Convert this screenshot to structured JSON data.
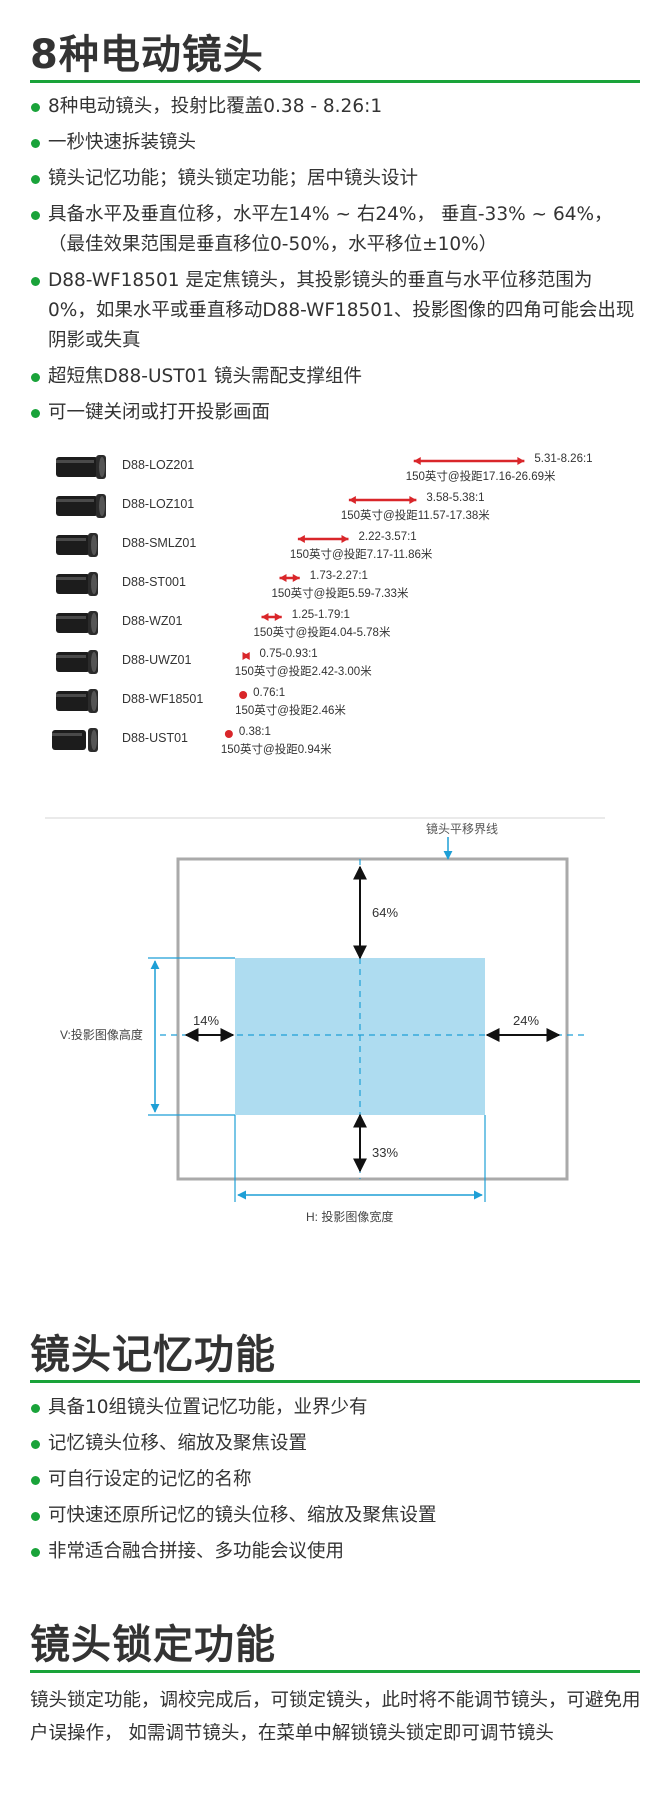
{
  "section1": {
    "title": "8种电动镜头",
    "bullets": [
      "8种电动镜头，投射比覆盖0.38 - 8.26:1",
      "一秒快速拆装镜头",
      "镜头记忆功能；镜头锁定功能；居中镜头设计",
      "具备水平及垂直位移，水平左14% ~ 右24%， 垂直-33% ~ 64%，（最佳效果范围是垂直移位0-50%，水平移位±10%）",
      "D88-WF18501 是定焦镜头，其投影镜头的垂直与水平位移范围为0%，如果水平或垂直移动D88-WF18501、投影图像的四角可能会出现阴影或失真",
      "超短焦D88-UST01 镜头需配支撑组件",
      "可一键关闭或打开投影画面"
    ]
  },
  "lens_table": {
    "accent": "#d9262a",
    "lenses": [
      {
        "name": "D88-LOZ201",
        "ratio": "5.31-8.26:1",
        "dist": "150英寸@投距17.16-26.69米",
        "throw": [
          5.31,
          8.26
        ]
      },
      {
        "name": "D88-LOZ101",
        "ratio": "3.58-5.38:1",
        "dist": "150英寸@投距11.57-17.38米",
        "throw": [
          3.58,
          5.38
        ]
      },
      {
        "name": "D88-SMLZ01",
        "ratio": "2.22-3.57:1",
        "dist": "150英寸@投距7.17-11.86米",
        "throw": [
          2.22,
          3.57
        ]
      },
      {
        "name": "D88-ST001",
        "ratio": "1.73-2.27:1",
        "dist": "150英寸@投距5.59-7.33米",
        "throw": [
          1.73,
          2.27
        ]
      },
      {
        "name": "D88-WZ01",
        "ratio": "1.25-1.79:1",
        "dist": "150英寸@投距4.04-5.78米",
        "throw": [
          1.25,
          1.79
        ]
      },
      {
        "name": "D88-UWZ01",
        "ratio": "0.75-0.93:1",
        "dist": "150英寸@投距2.42-3.00米",
        "throw": [
          0.75,
          0.93
        ]
      },
      {
        "name": "D88-WF18501",
        "ratio": "0.76:1",
        "dist": "150英寸@投距2.46米",
        "throw": [
          0.76,
          0.76
        ]
      },
      {
        "name": "D88-UST01",
        "ratio": "0.38:1",
        "dist": "150英寸@投距0.94米",
        "throw": [
          0.38,
          0.38
        ]
      }
    ]
  },
  "shift_diagram": {
    "boundary_label": "镜头平移界线",
    "up": "64%",
    "down": "33%",
    "left": "14%",
    "right": "24%",
    "v_label": "V:投影图像高度",
    "h_label": "H: 投影图像宽度",
    "fill_color": "#aedcf0",
    "accent": "#1e9fd6"
  },
  "section2": {
    "title": "镜头记忆功能",
    "bullets": [
      "具备10组镜头位置记忆功能，业界少有",
      "记忆镜头位移、缩放及聚焦设置",
      "可自行设定的记忆的名称",
      "可快速还原所记忆的镜头位移、缩放及聚焦设置",
      "非常适合融合拼接、多功能会议使用"
    ]
  },
  "section3": {
    "title": "镜头锁定功能",
    "paragraph": "镜头锁定功能，调校完成后，可锁定镜头，此时将不能调节镜头，可避免用户误操作， 如需调节镜头，在菜单中解锁镜头锁定即可调节镜头"
  },
  "theme": {
    "green": "#1aa33a"
  }
}
